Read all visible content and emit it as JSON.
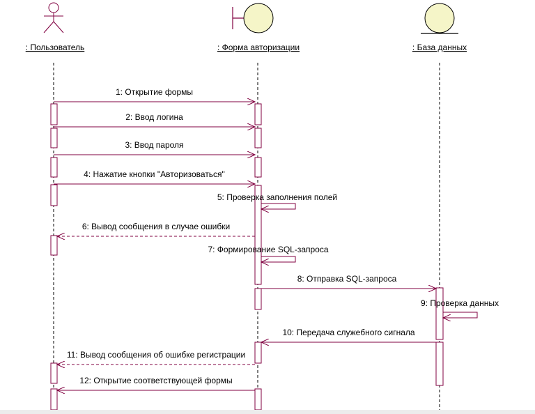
{
  "diagram": {
    "type": "sequence",
    "colors": {
      "line": "#800040",
      "actor_fill": "#ffffff",
      "boundary_fill": "#f5f5c8",
      "entity_fill": "#f5f5c8",
      "activation_fill": "#ffffff",
      "lifeline": "#000000"
    },
    "participants": [
      {
        "id": "user",
        "kind": "actor",
        "label": ": Пользователь"
      },
      {
        "id": "form",
        "kind": "boundary",
        "label": ": Форма авторизации"
      },
      {
        "id": "db",
        "kind": "entity",
        "label": ": База данных"
      }
    ],
    "messages": [
      {
        "label": "1: Открытие формы",
        "from": "user",
        "to": "form",
        "style": "solid"
      },
      {
        "label": "2: Ввод логина",
        "from": "user",
        "to": "form",
        "style": "solid"
      },
      {
        "label": "3: Ввод пароля",
        "from": "user",
        "to": "form",
        "style": "solid"
      },
      {
        "label": "4: Нажатие кнопки \"Авторизоваться\"",
        "from": "user",
        "to": "form",
        "style": "solid"
      },
      {
        "label": "5: Проверка заполнения полей",
        "from": "form",
        "to": "form",
        "style": "self"
      },
      {
        "label": "6: Вывод сообщения в случае ошибки",
        "from": "form",
        "to": "user",
        "style": "dashed"
      },
      {
        "label": "7: Формирование SQL-запроса",
        "from": "form",
        "to": "form",
        "style": "self"
      },
      {
        "label": "8: Отправка SQL-запроса",
        "from": "form",
        "to": "db",
        "style": "solid"
      },
      {
        "label": "9: Проверка данных",
        "from": "db",
        "to": "db",
        "style": "self"
      },
      {
        "label": "10: Передача служебного сигнала",
        "from": "db",
        "to": "form",
        "style": "solid"
      },
      {
        "label": "11: Вывод сообщения об ошибке регистрации",
        "from": "form",
        "to": "user",
        "style": "dashed"
      },
      {
        "label": "12: Открытие соответствующей формы",
        "from": "form",
        "to": "user",
        "style": "solid"
      }
    ]
  }
}
